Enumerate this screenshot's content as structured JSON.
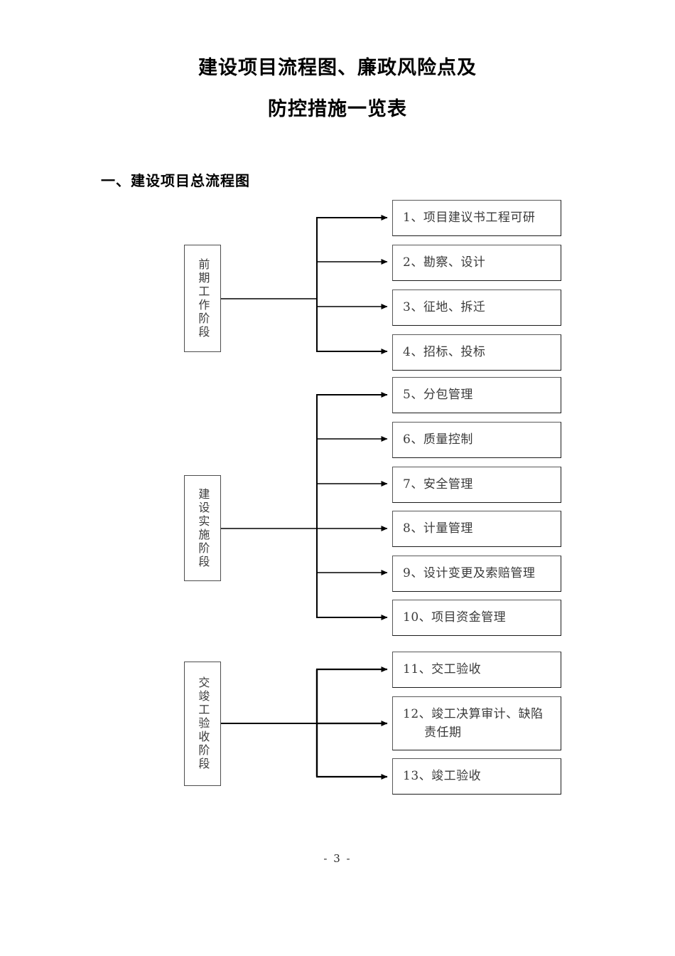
{
  "document": {
    "title_line_1": "建设项目流程图、廉政风险点及",
    "title_line_2": "防控措施一览表",
    "section_heading": "一、建设项目总流程图",
    "page_number": "- 3 -"
  },
  "diagram": {
    "type": "flowchart",
    "orientation": "left-to-right",
    "colors": {
      "background": "#ffffff",
      "box_border": "#595959",
      "box_shadow_edge": "#1a1a1a",
      "stage_border": "#4d4d4d",
      "connector": "#000000",
      "text": "#3a3a3a"
    },
    "stages": [
      {
        "id": "stage-1",
        "label": "前期工作阶段",
        "tasks": [
          {
            "number": "1",
            "text": "1、项目建议书工程可研",
            "lines": [
              "1、项目建议书工程可研"
            ]
          },
          {
            "number": "2",
            "text": "2、勘察、设计",
            "lines": [
              "2、勘察、设计"
            ]
          },
          {
            "number": "3",
            "text": "3、征地、拆迁",
            "lines": [
              "3、征地、拆迁"
            ]
          },
          {
            "number": "4",
            "text": "4、招标、投标",
            "lines": [
              "4、招标、投标"
            ]
          }
        ]
      },
      {
        "id": "stage-2",
        "label": "建设实施阶段",
        "tasks": [
          {
            "number": "5",
            "text": "5、分包管理",
            "lines": [
              "5、分包管理"
            ]
          },
          {
            "number": "6",
            "text": "6、质量控制",
            "lines": [
              "6、质量控制"
            ]
          },
          {
            "number": "7",
            "text": "7、安全管理",
            "lines": [
              "7、安全管理"
            ]
          },
          {
            "number": "8",
            "text": "8、计量管理",
            "lines": [
              "8、计量管理"
            ]
          },
          {
            "number": "9",
            "text": "9、设计变更及索赔管理",
            "lines": [
              "9、设计变更及索赔管理"
            ]
          },
          {
            "number": "10",
            "text": "10、项目资金管理",
            "lines": [
              "10、项目资金管理"
            ]
          }
        ]
      },
      {
        "id": "stage-3",
        "label": "交竣工验收阶段",
        "tasks": [
          {
            "number": "11",
            "text": "11、交工验收",
            "lines": [
              "11、交工验收"
            ]
          },
          {
            "number": "12",
            "text": "12、竣工决算审计、缺陷责任期",
            "lines": [
              "12、竣工决算审计、缺陷",
              "责任期"
            ]
          },
          {
            "number": "13",
            "text": "13、竣工验收",
            "lines": [
              "13、竣工验收"
            ]
          }
        ]
      }
    ]
  }
}
